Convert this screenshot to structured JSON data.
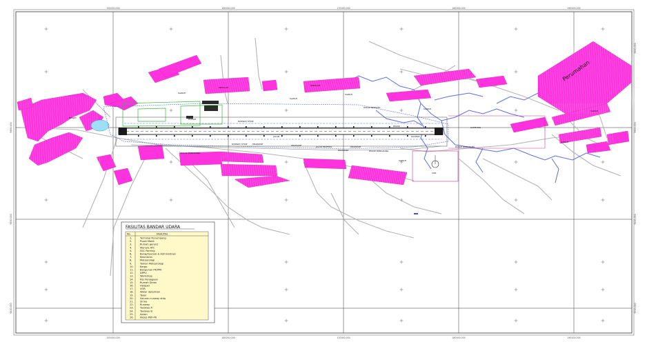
{
  "colors": {
    "settlement": "#ff33dd",
    "river": "#5a6ee0",
    "road": "#b4b4b4",
    "grid": "#333333",
    "runway": "#1a1a1a",
    "apron_green": "#33bb33",
    "legend_fill": "#fff8c8"
  },
  "map": {
    "top_ticks": [
      "150000.000",
      "160000.000",
      "170000.000",
      "180000.000",
      "190000.000"
    ],
    "bottom_ticks": [
      "150000.000",
      "160000.000",
      "170000.000",
      "180000.000",
      "190000.000"
    ],
    "left_ticks": [
      "9980.000",
      "9990.000",
      "9500.000"
    ],
    "right_ticks": [
      "9980.000",
      "9990.000",
      "9500.000",
      "9500.000"
    ],
    "labels": {
      "perumahan": "Perumahan",
      "sekolah_1": "SEKOLAH",
      "sekolah_2": "SEKOLAH",
      "sawah_1": "SAWAH",
      "sawah_2": "SAWAH",
      "sawah_3": "SAWAH",
      "sawah_4": "SAWAH",
      "sawah_5": "SAWAH",
      "sawah_6": "SAWAH",
      "sawah_7": "SAWAH",
      "pasar": "PASAR",
      "pasar_bengkel": "PASAR BENGKEL",
      "pasar_rongkang": "PASAR RONGKANG",
      "pasar_rongkang_2": "PASAR RONGKANG",
      "pasar_rongkang_3": "PASAR RONGKANG",
      "runway_strip": "RUNWAY STRIP",
      "runway_strip_2": "RUNWAY STRIP",
      "jalan_inspeksi": "JALAN INSPEKSI",
      "drainase_1": "DRAINASE",
      "drainase_2": "DRAINASE",
      "drainase_3": "DRAINASE",
      "drainase_4": "DRAINASE",
      "kalimat": "KALIMAT",
      "kampung": "KAMPUNG",
      "vor": "VOR",
      "masjid": "MASJID",
      "rumah": "RUMAH",
      "jalan": "JALAN"
    }
  },
  "legend": {
    "title": "FASILITAS BANDAR UDARA",
    "col_no": "No.",
    "col_name": "FASILITAS",
    "items": [
      "Terminal Penumpang",
      "Pusat Makit",
      "Rumah genset",
      "Menara ATC",
      "SSC Parking",
      "Bang/Operasi & Administrasi",
      "Kesmaran",
      "Meteorologi",
      "Taman Meteorologi",
      "Kargo",
      "Bangunan PK-PPK",
      "DPPU",
      "Workshop",
      "Pos Penjagaan",
      "Rumah Dinas",
      "Helipad",
      "VOR",
      "Water detention",
      "Tekel",
      "Saluran runway strip",
      "Sirine",
      "Runway",
      "Taxiway A",
      "Taxiway B",
      "Apron",
      "Akses PKP-PK"
    ]
  }
}
